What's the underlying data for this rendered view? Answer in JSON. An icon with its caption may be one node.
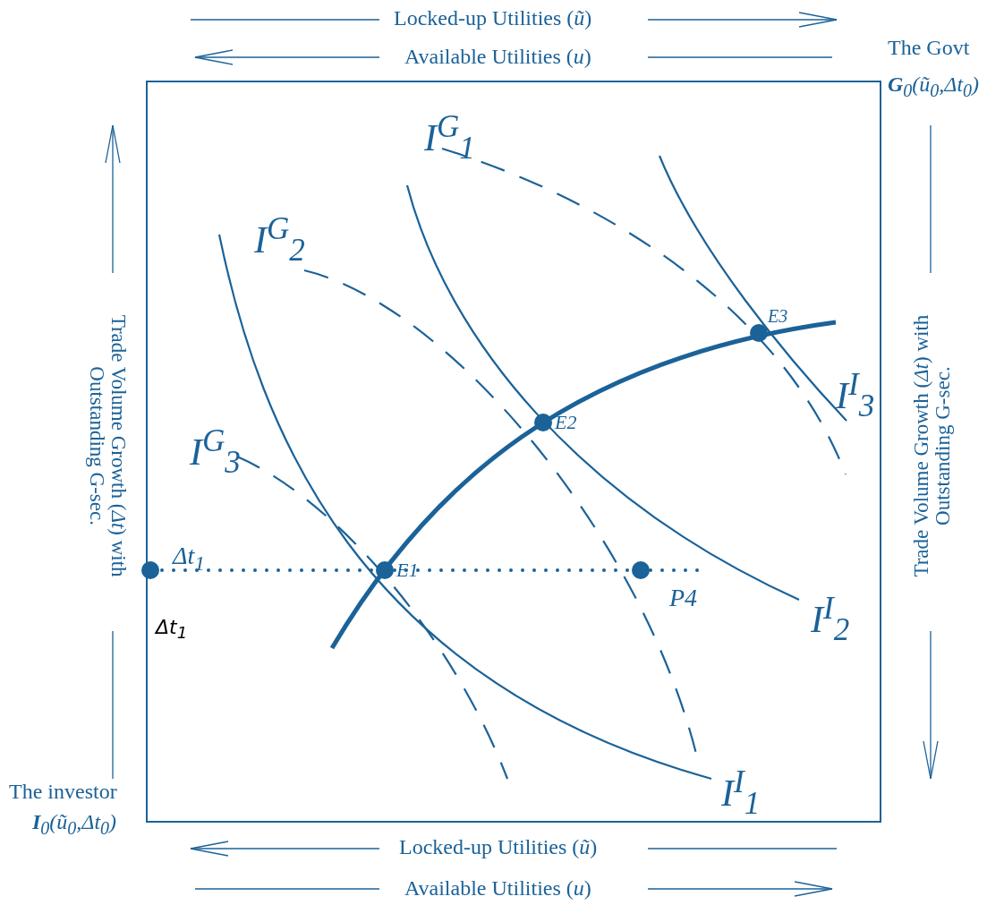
{
  "diagram": {
    "labels": [
      "Locked-up Utilities (*ũ*)",
      "Available Utilities (*u*)",
      "The Govt",
      "**G**$_{0}$(ũ$_{0}$,Δt$_{0}$)",
      "I$^{G}$$_{1}$",
      "I$^{G}$$_{2}$",
      "E3",
      "Trade Volume Growth (*Δt*) with Outstanding G-sec.",
      "Trade Volume Growth (*Δt*) with Outstanding G-sec.",
      "I$^{I}$$_{3}$",
      "E2",
      "I$^{G}$$_{3}$",
      "Δt$_{1}$",
      "E1",
      "P4",
      "I$^{I}$$_{2}$",
      "Δt$_{1}$",
      "I$^{I}$$_{1}$",
      "The investor",
      "**I**$_{0}$(ũ$_{0}$,Δt$_{0}$)",
      "Locked-up Utilities (*ũ*)",
      "Available Utilities (*u*)"
    ]
  }
}
